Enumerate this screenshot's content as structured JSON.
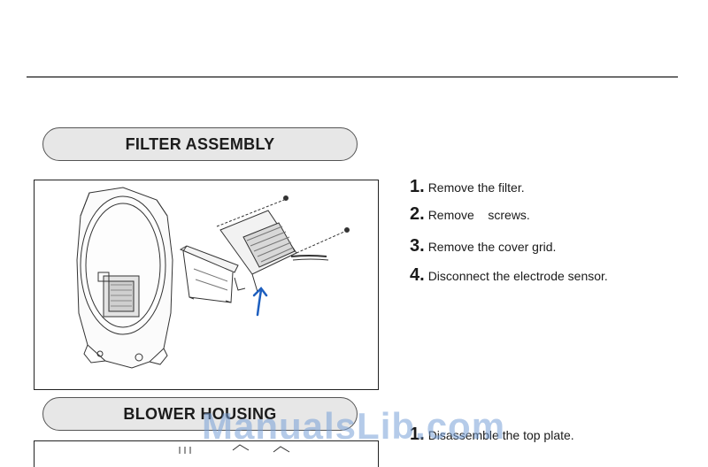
{
  "section1": {
    "title": "FILTER ASSEMBLY",
    "steps": [
      {
        "num": "1.",
        "text": "Remove the filter."
      },
      {
        "num": "2.",
        "text": "Remove    screws."
      },
      {
        "num": "3.",
        "text": "Remove the cover grid."
      },
      {
        "num": "4.",
        "text": "Disconnect the electrode sensor."
      }
    ]
  },
  "section2": {
    "title": "BLOWER HOUSING",
    "steps": [
      {
        "num": "1.",
        "text": "Disassemble the top plate."
      }
    ]
  },
  "watermark": "ManualsLib.com",
  "colors": {
    "arrow": "#1e5fbf",
    "pill_fill": "#e7e7e7",
    "rule": "#6e6e6e"
  }
}
